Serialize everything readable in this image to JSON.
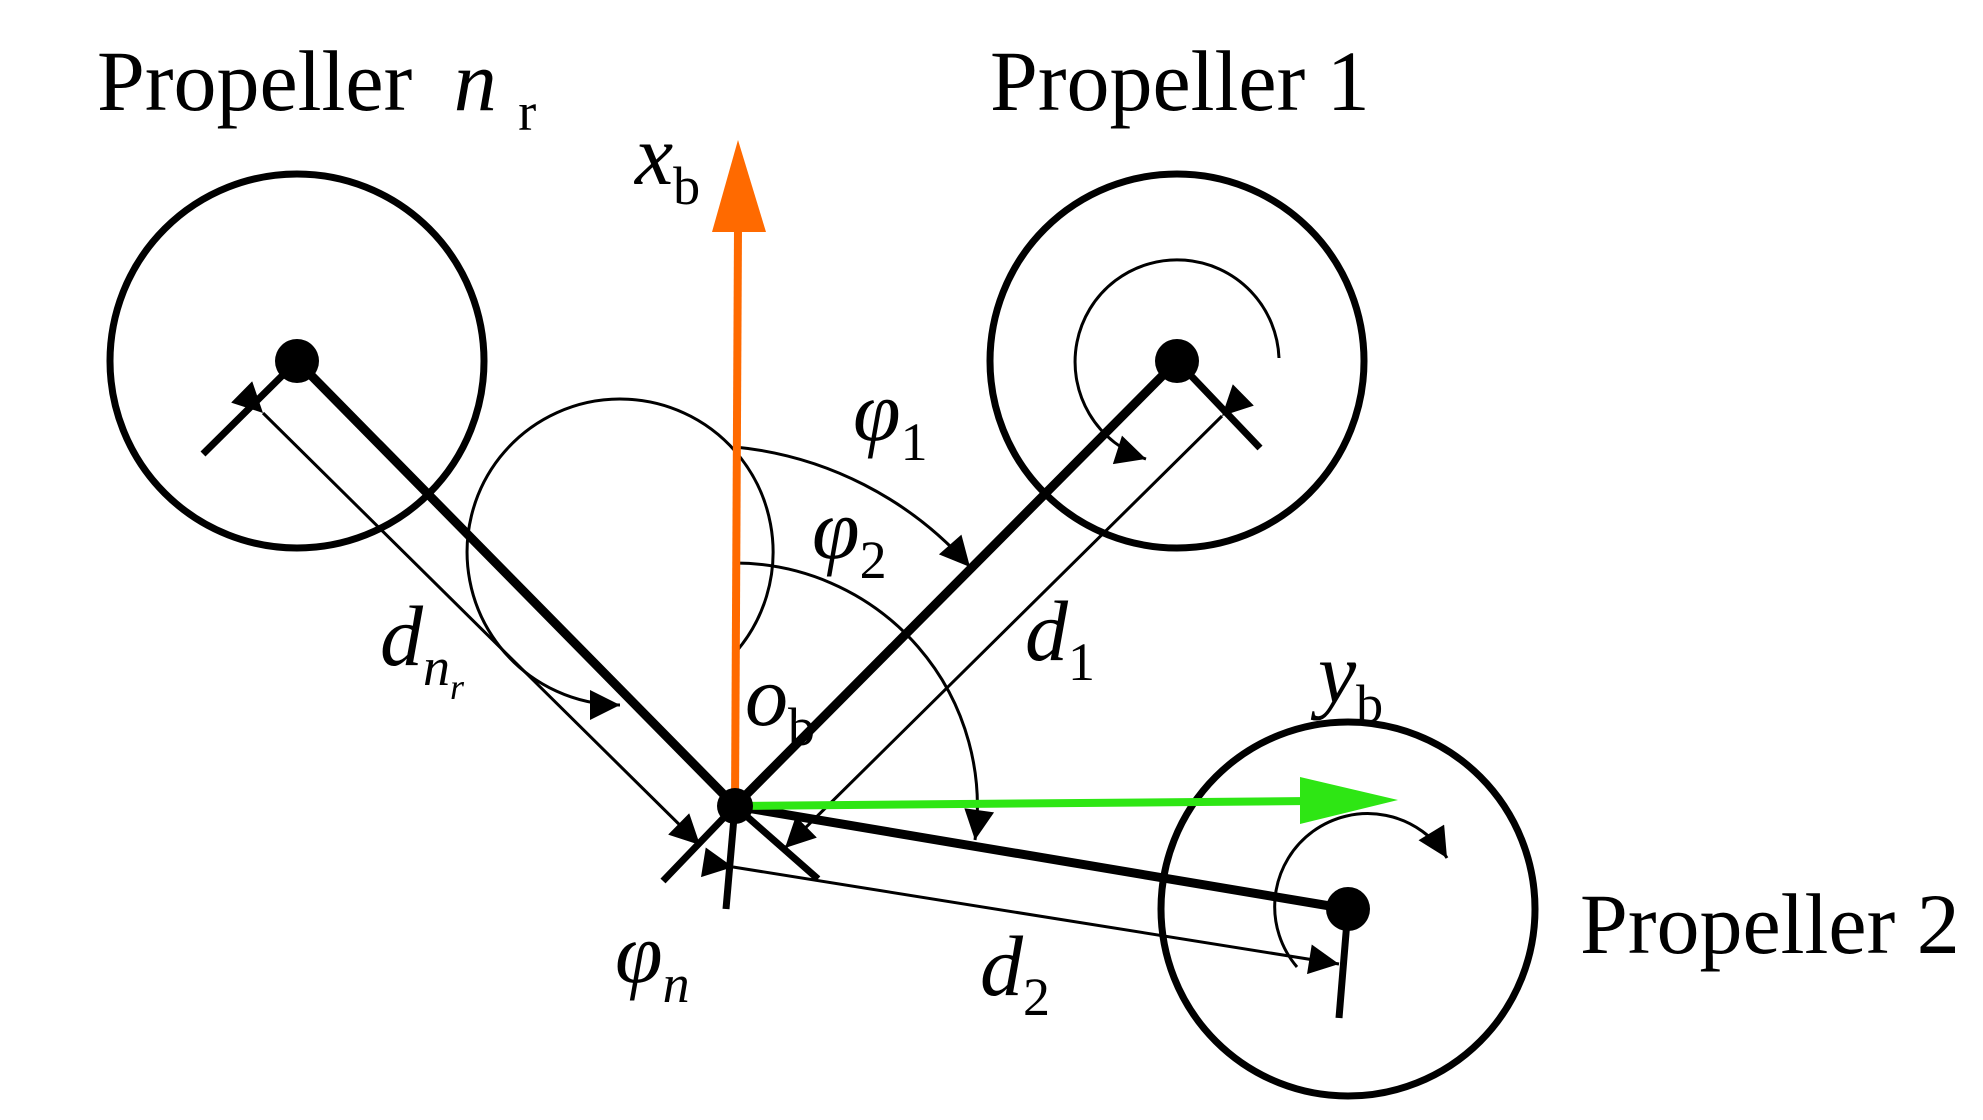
{
  "colors": {
    "x_axis": "#ff6a00",
    "y_axis": "#2ee614",
    "ink": "#000000"
  },
  "labels": {
    "propeller_nr_word": "Propeller",
    "propeller_nr_sym": "n",
    "propeller_nr_sub": "r",
    "propeller_1": "Propeller 1",
    "propeller_2": "Propeller 2"
  },
  "axes": {
    "x_sym": "x",
    "x_sub": "b",
    "y_sym": "y",
    "y_sub": "b",
    "origin_sym": "o",
    "origin_sub": "b"
  },
  "angles": {
    "phi1_sym": "φ",
    "phi1_sub": "1",
    "phi2_sym": "φ",
    "phi2_sub": "2",
    "phin_sym": "φ",
    "phin_sub": "n"
  },
  "distances": {
    "d1_sym": "d",
    "d1_sub": "1",
    "d2_sym": "d",
    "d2_sub": "2",
    "dnr_sym": "d",
    "dnr_sub": "n",
    "dnr_subsub": "r"
  }
}
